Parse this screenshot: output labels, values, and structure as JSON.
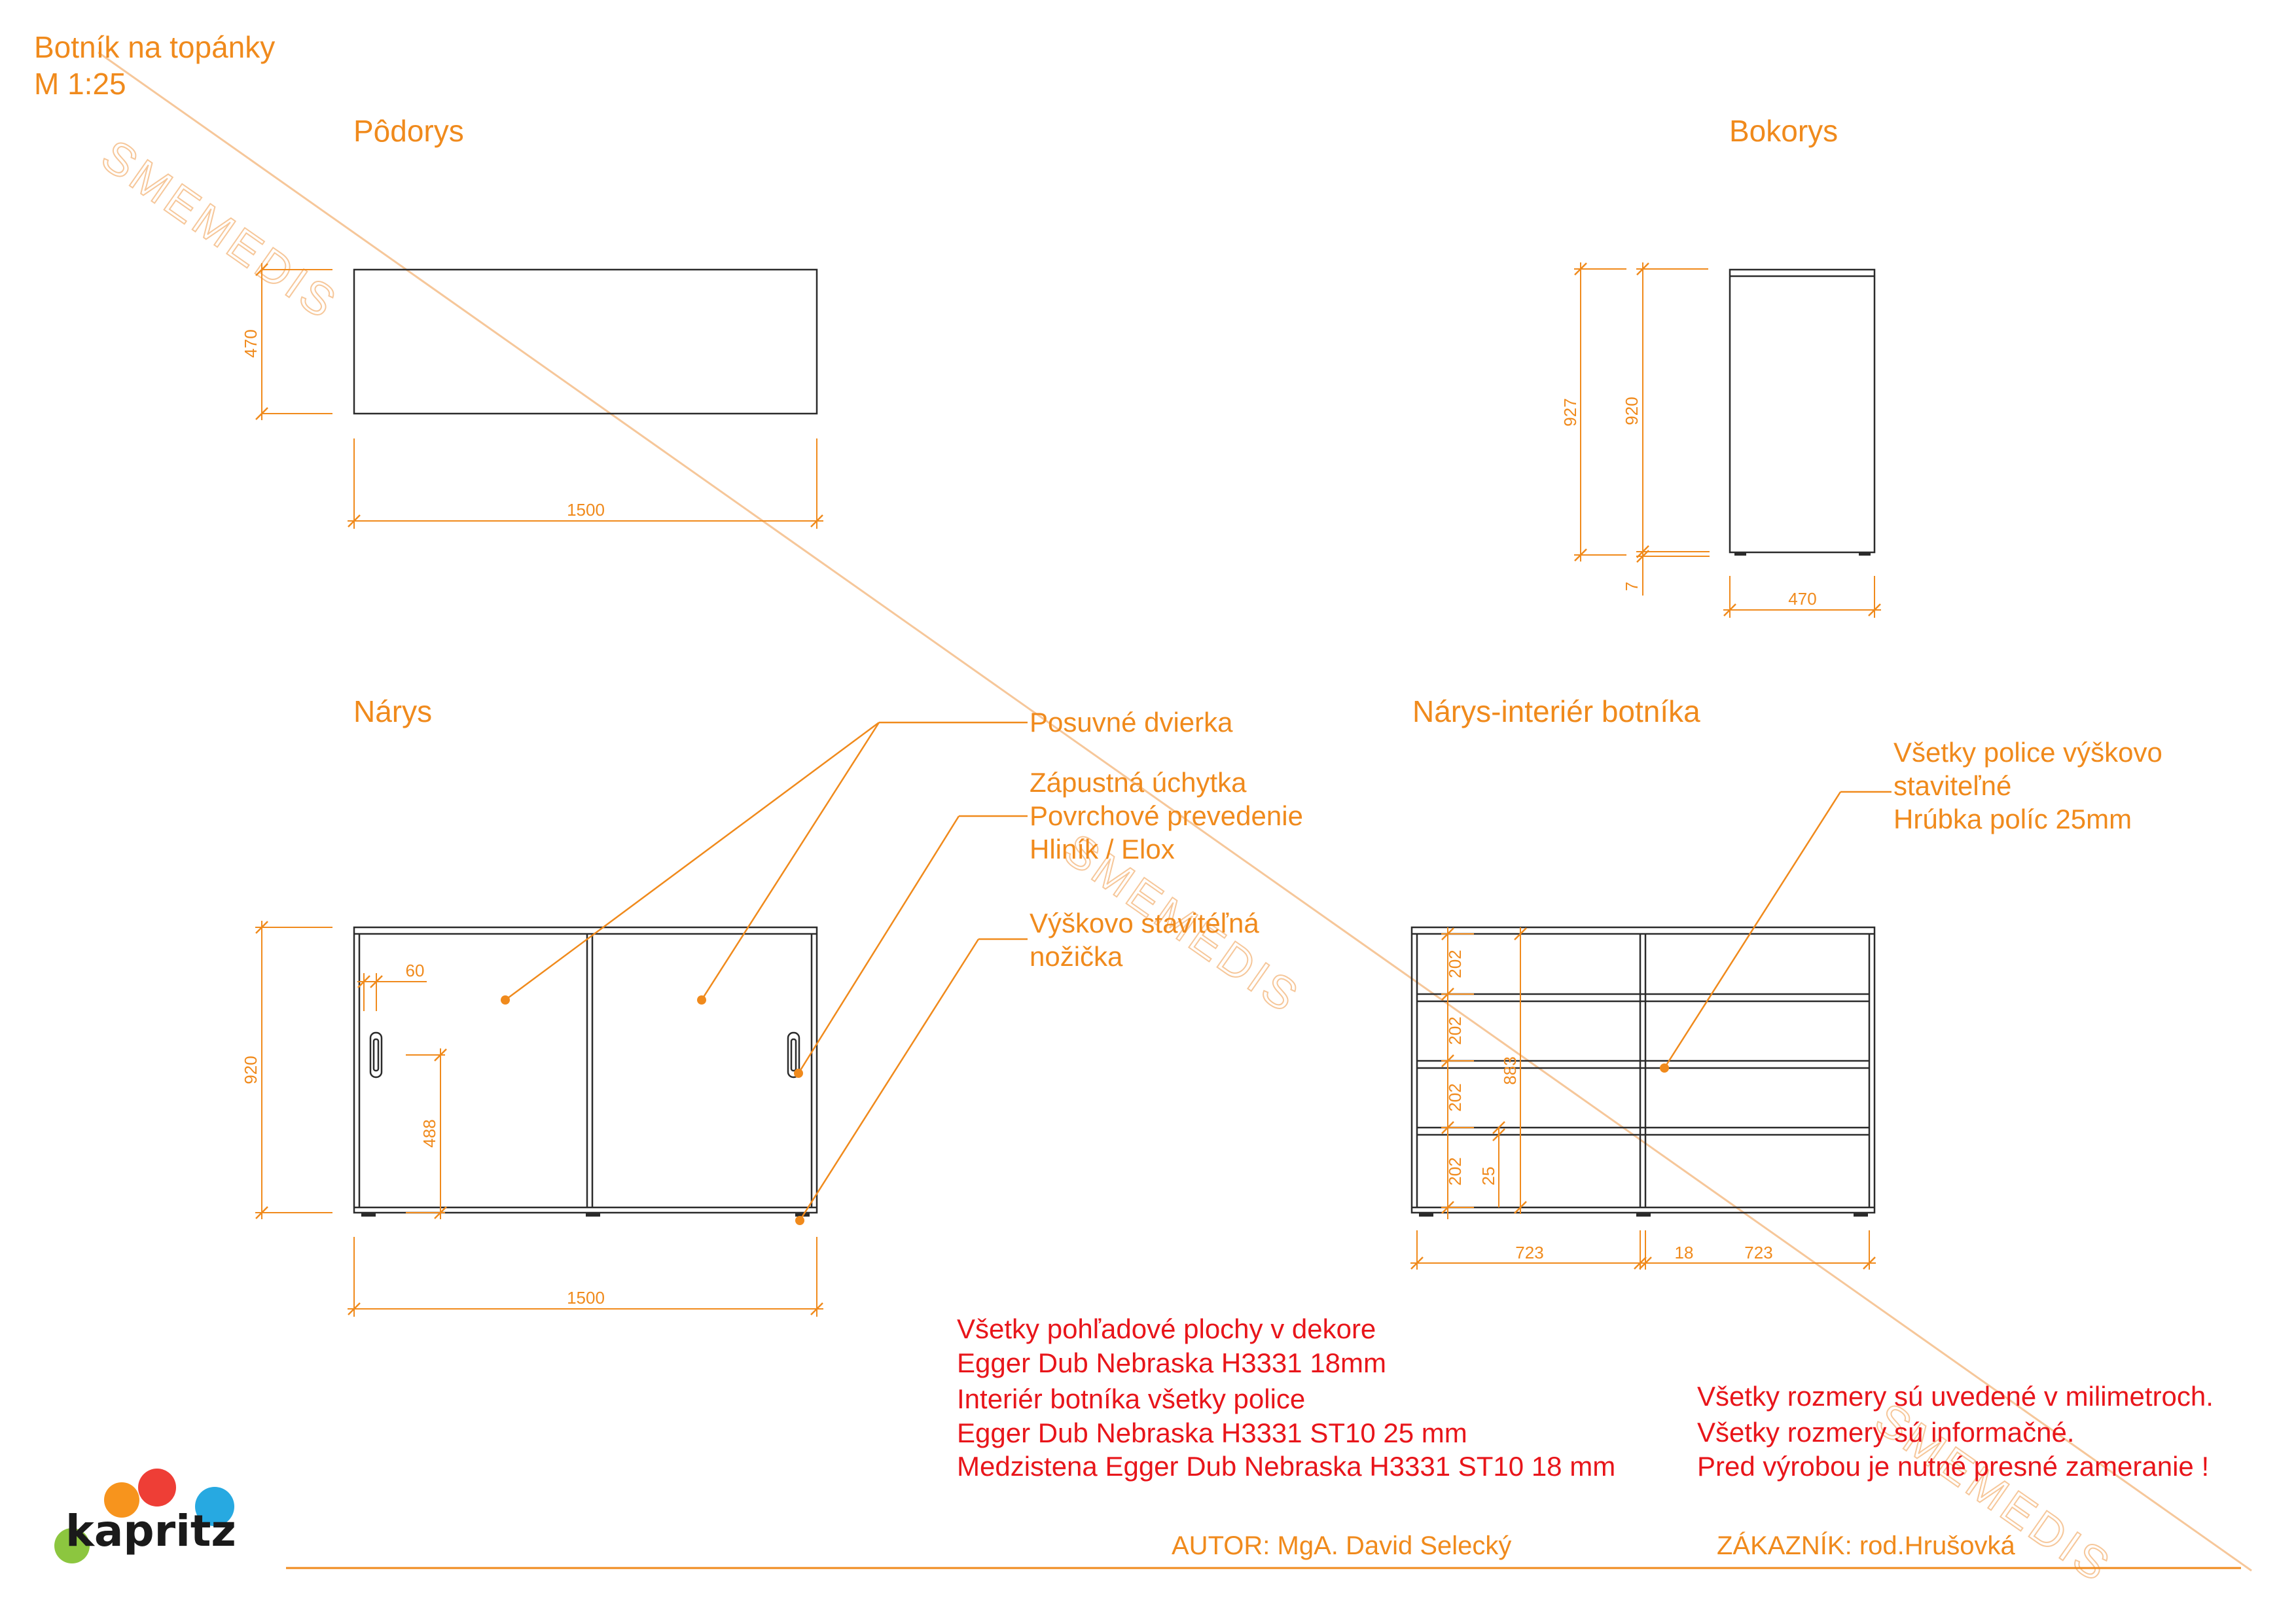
{
  "header": {
    "title": "Botník na topánky",
    "scale": "M 1:25"
  },
  "views": {
    "plan": "Pôdorys",
    "side": "Bokorys",
    "front": "Nárys",
    "interior": "Nárys-interiér botníka"
  },
  "dimensions": {
    "plan_depth": "470",
    "plan_width": "1500",
    "side_total_height": "927",
    "side_body_height": "920",
    "side_foot": "7",
    "side_depth": "470",
    "front_height": "920",
    "front_width": "1500",
    "handle_offset": "60",
    "handle_height": "488",
    "shelf_spacing": [
      "202",
      "202",
      "202",
      "202"
    ],
    "interior_height": "883",
    "shelf_thickness": "25",
    "interior_left_width": "723",
    "divider_thickness": "18",
    "interior_right_width": "723"
  },
  "annotations": {
    "sliding_doors": "Posuvné dvierka",
    "handle": [
      "Zápustná úchytka",
      "Povrchové prevedenie",
      "Hliník / Elox"
    ],
    "feet": [
      "Výškovo stavitéľná",
      "nožička"
    ],
    "shelves": [
      "Všetky police výškovo",
      "staviteľné",
      "Hrúbka políc 25mm"
    ]
  },
  "notes_material": [
    "Všetky pohľadové plochy v dekore",
    "Egger Dub Nebraska H3331 18mm",
    "Interiér botníka všetky police",
    "Egger Dub Nebraska H3331 ST10 25 mm",
    "Medzistena Egger Dub Nebraska H3331 ST10 18 mm"
  ],
  "notes_dimensions": [
    "Všetky rozmery sú uvedené v milimetroch.",
    "Všetky rozmery sú informačné.",
    "Pred výrobou je nutné presné zameranie !"
  ],
  "footer": {
    "author": "AUTOR: MgA. David Selecký",
    "customer": "ZÁKAZNÍK: rod.Hrušovká"
  },
  "logo": {
    "text": "kapritz",
    "dot_colors": [
      "#f7941d",
      "#ee3e36",
      "#27a9e1",
      "#8cc63f"
    ]
  },
  "watermark": {
    "text": "SMEMEDIS"
  },
  "colors": {
    "annotation": "#f08a1c",
    "notes": "#e8151a",
    "object_line": "#2b2b2b"
  }
}
